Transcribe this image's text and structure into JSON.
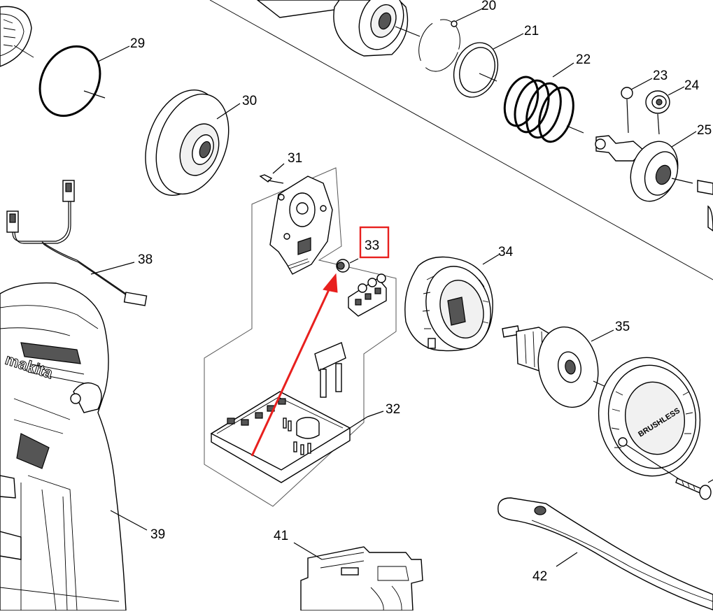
{
  "diagram": {
    "highlight_color": "#e8201e",
    "highlighted_part": "33",
    "callouts": {
      "c20": "20",
      "c21": "21",
      "c22": "22",
      "c23": "23",
      "c24": "24",
      "c25": "25",
      "c29": "29",
      "c30": "30",
      "c31": "31",
      "c32": "32",
      "c33": "33",
      "c34": "34",
      "c35": "35",
      "c38": "38",
      "c39": "39",
      "c41": "41",
      "c42": "42"
    },
    "markings": {
      "brand": "makita",
      "cover_text": "BRUSHLESS"
    }
  }
}
